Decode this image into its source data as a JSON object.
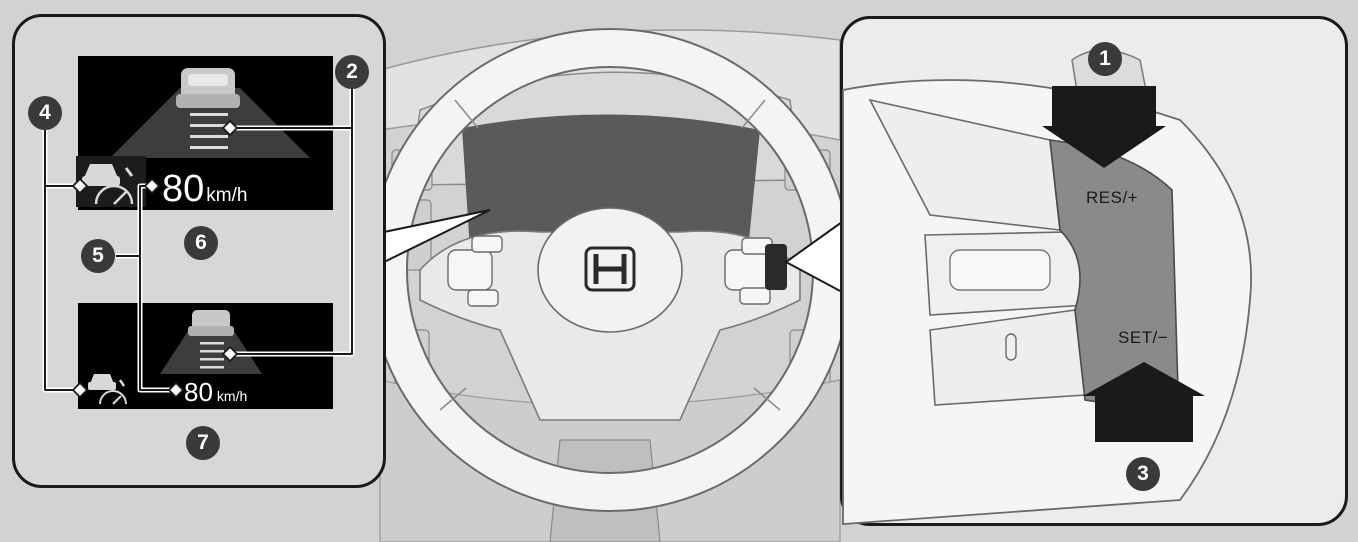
{
  "callouts": {
    "c1": "1",
    "c2": "2",
    "c3": "3",
    "c4": "4",
    "c5": "5",
    "c6": "6",
    "c7": "7"
  },
  "display_large": {
    "speed_value": "80",
    "speed_unit": "km/h"
  },
  "display_small": {
    "speed_value": "80",
    "speed_unit": "km/h"
  },
  "buttons": {
    "res_label": "RES/+",
    "set_label": "SET/−"
  },
  "colors": {
    "background": "#d2d2d2",
    "screen": "#000000",
    "callout": "#3a3a3a",
    "outline": "#1a1a1a"
  }
}
